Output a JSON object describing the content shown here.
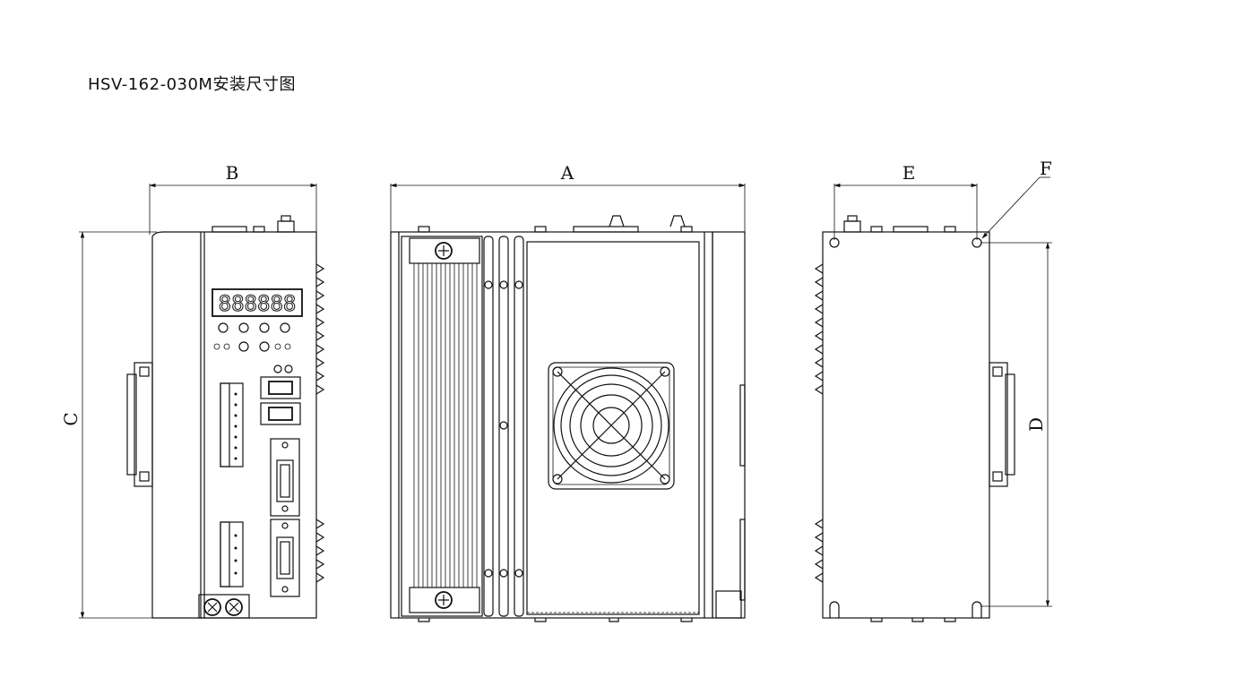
{
  "title": "HSV-162-030M安装尺寸图",
  "dimensions": {
    "a": "A",
    "b": "B",
    "c": "C",
    "d": "D",
    "e": "E",
    "f": "F"
  },
  "display": {
    "digits": "888888"
  }
}
